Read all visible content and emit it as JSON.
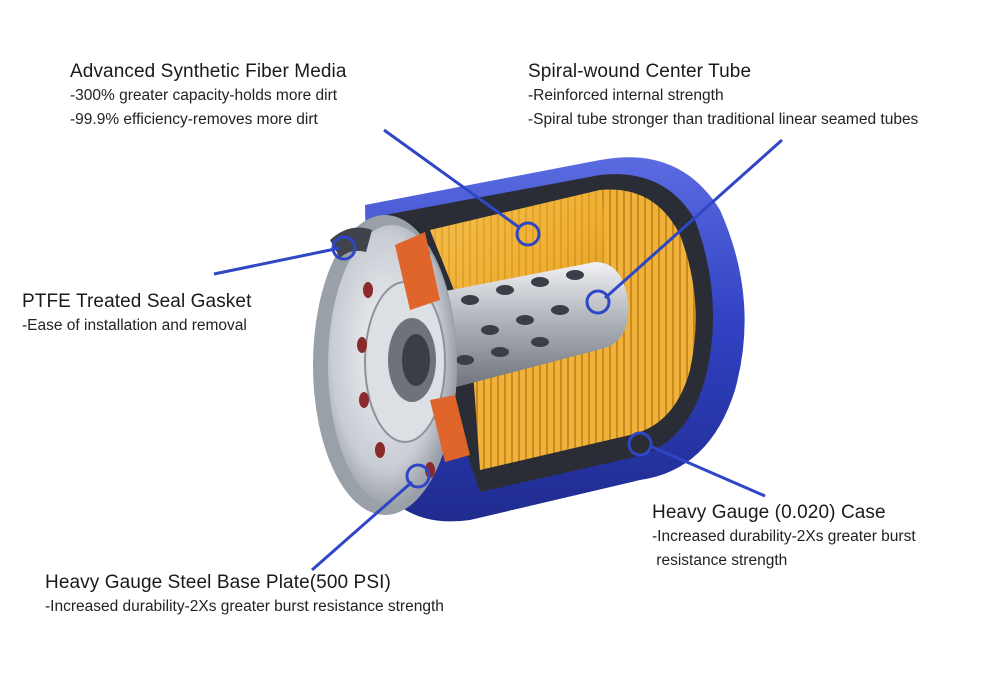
{
  "colors": {
    "accent": "#2f46c6",
    "case_blue": "#3848c8",
    "media_yellow": "#f2b431",
    "gasket_orange": "#e0652a",
    "steel": "#c9ccd2"
  },
  "callouts": {
    "fiber_media": {
      "title": "Advanced Synthetic Fiber Media",
      "line1": "-300% greater capacity-holds more dirt",
      "line2": "-99.9% efficiency-removes more dirt"
    },
    "center_tube": {
      "title": "Spiral-wound Center Tube",
      "line1": "-Reinforced internal strength",
      "line2": "-Spiral tube stronger than traditional linear seamed tubes"
    },
    "seal_gasket": {
      "title": "PTFE Treated Seal Gasket",
      "line1": "-Ease of installation and removal"
    },
    "case": {
      "title": "Heavy Gauge (0.020) Case",
      "line1": "-Increased durability-2Xs greater burst",
      "line2": " resistance strength"
    },
    "base_plate": {
      "title": "Heavy Gauge Steel Base Plate(500 PSI)",
      "line1": "-Increased durability-2Xs greater burst resistance strength"
    }
  }
}
